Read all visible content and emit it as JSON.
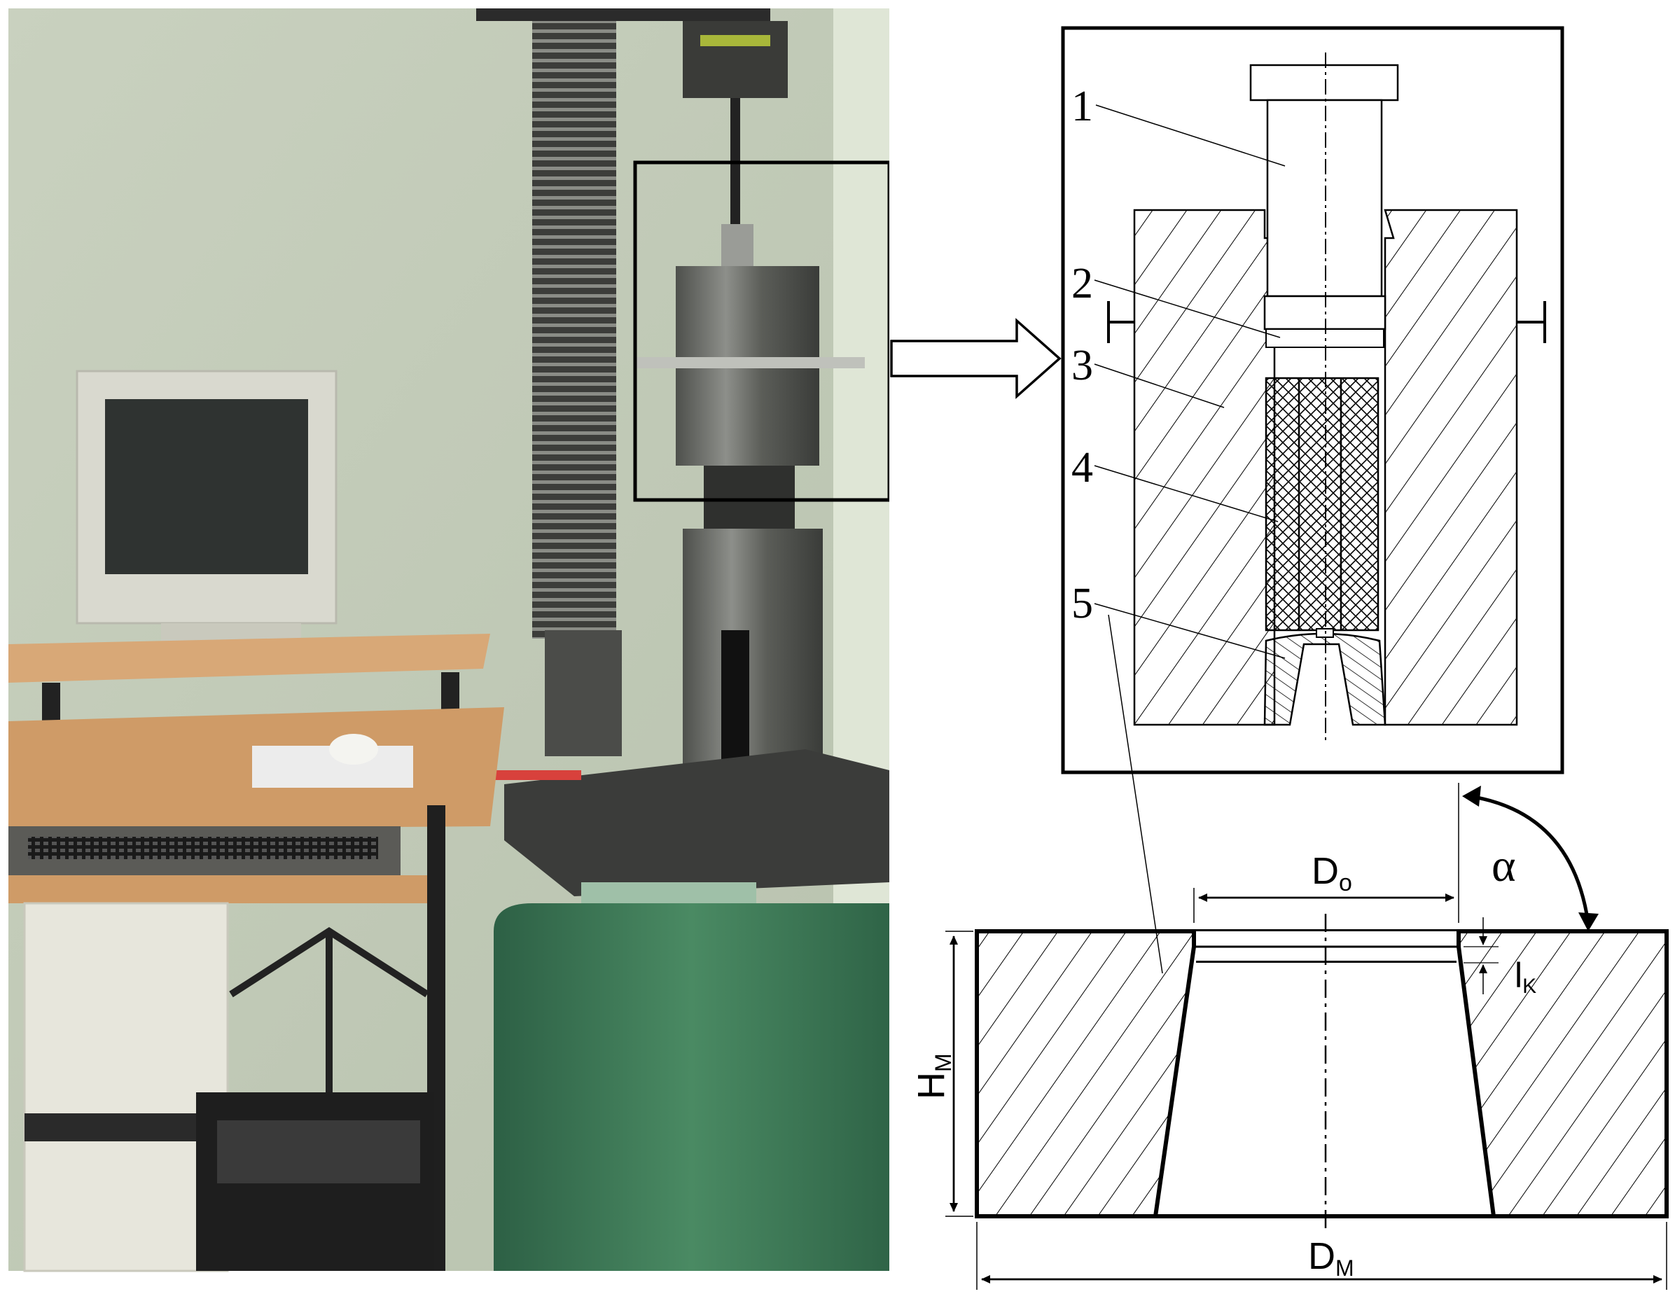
{
  "photo": {
    "subject": "laboratory press with die assembly, monitor and computer"
  },
  "diagram": {
    "part_labels": [
      "1",
      "2",
      "3",
      "4",
      "5"
    ],
    "dimensions": {
      "D_o": {
        "main": "D",
        "sub": "o"
      },
      "D_m": {
        "main": "D",
        "sub": "M"
      },
      "H_m": {
        "main": "H",
        "sub": "M"
      },
      "l_k": {
        "main": "l",
        "sub": "K"
      },
      "alpha": "α"
    }
  },
  "colors": {
    "line": "#000000",
    "wall": "#c7cfbf",
    "press_metal": "#6d6f6b",
    "base_green": "#3f7a57",
    "desk_wood": "#d8a877"
  }
}
